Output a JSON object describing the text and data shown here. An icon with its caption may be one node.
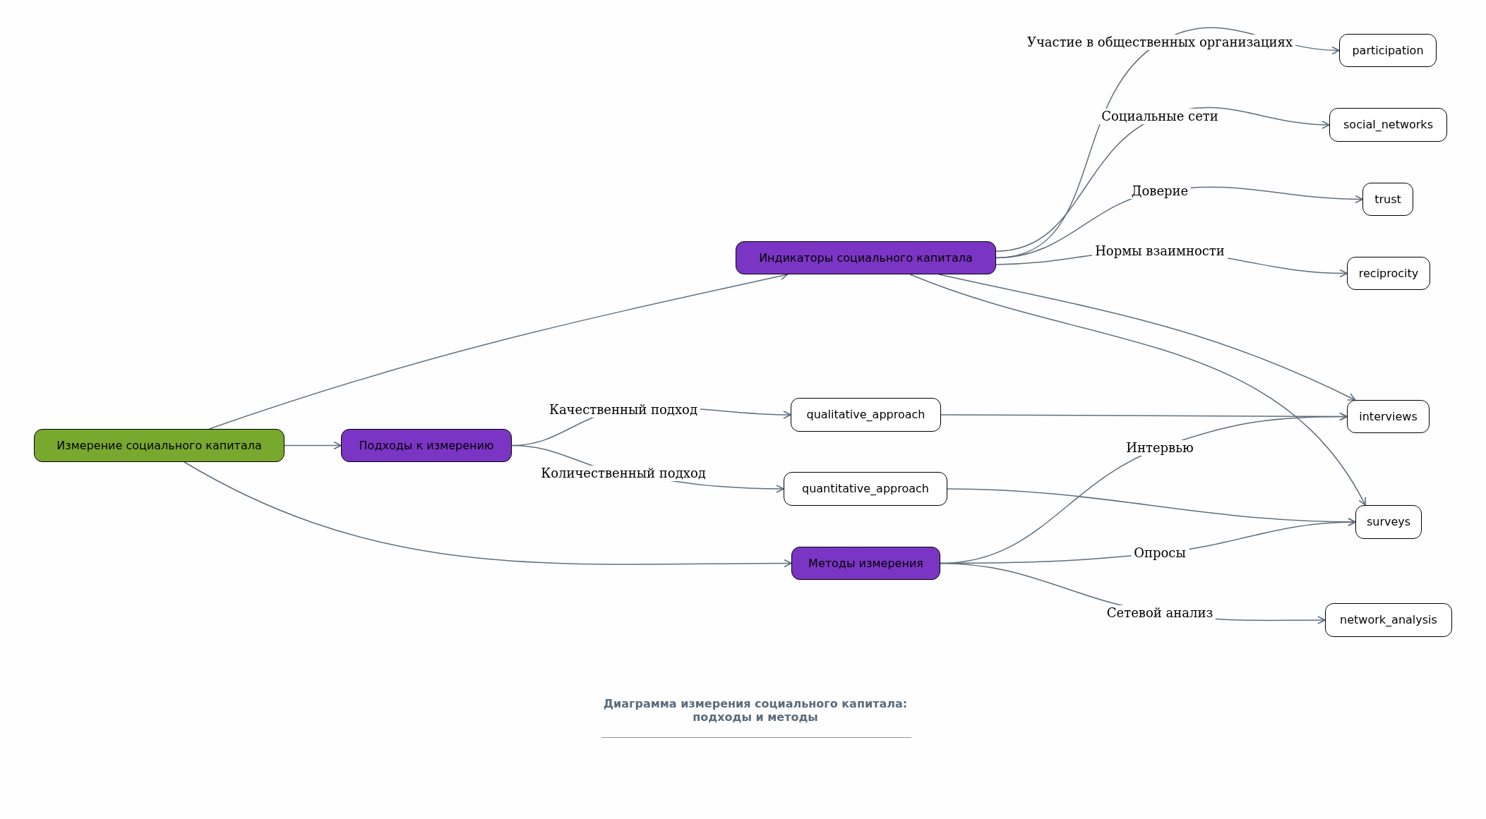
{
  "diagram": {
    "title": "Диаграмма измерения социального капитала: подходы и методы",
    "nodes": [
      {
        "text": [
          "Измерение социального капитала"
        ]
      },
      {
        "text": [
          "Подходы к измерению"
        ]
      },
      {
        "text": [
          "Индикаторы социального капитала"
        ]
      },
      {
        "text": [
          "qualitative_approach"
        ]
      },
      {
        "text": [
          "quantitative_approach"
        ]
      },
      {
        "text": [
          "Методы измерения"
        ]
      },
      {
        "text": [
          "participation"
        ]
      },
      {
        "text": [
          "social_networks"
        ]
      },
      {
        "text": [
          "trust"
        ]
      },
      {
        "text": [
          "reciprocity"
        ]
      },
      {
        "text": [
          "interviews"
        ]
      },
      {
        "text": [
          "surveys"
        ]
      },
      {
        "text": [
          "network_analysis"
        ]
      }
    ],
    "edges": [
      {
        "from": 0,
        "to": 2,
        "arrow": "to"
      },
      {
        "from": 0,
        "to": 1,
        "arrow": "to"
      },
      {
        "from": 0,
        "to": 5,
        "arrow": "to"
      },
      {
        "from": 1,
        "to": 3,
        "arrow": "to",
        "label": "Качественный подход"
      },
      {
        "from": 1,
        "to": 4,
        "arrow": "to",
        "label": "Количественный подход"
      },
      {
        "from": 2,
        "to": 6,
        "arrow": "to",
        "label": "Участие в общественных организациях"
      },
      {
        "from": 2,
        "to": 7,
        "arrow": "to",
        "label": "Социальные сети"
      },
      {
        "from": 2,
        "to": 8,
        "arrow": "to",
        "label": "Доверие"
      },
      {
        "from": 2,
        "to": 9,
        "arrow": "to",
        "label": "Нормы взаимности"
      },
      {
        "from": 2,
        "to": 10,
        "arrow": "to"
      },
      {
        "from": 2,
        "to": 11,
        "arrow": "to"
      },
      {
        "from": 3,
        "to": 10,
        "arrow": "to"
      },
      {
        "from": 4,
        "to": 11,
        "arrow": "to"
      },
      {
        "from": 5,
        "to": 10,
        "arrow": "to",
        "label": "Интервью"
      },
      {
        "from": 5,
        "to": 11,
        "arrow": "to",
        "label": "Опросы"
      },
      {
        "from": 5,
        "to": 12,
        "arrow": "to",
        "label": "Сетевой анализ"
      }
    ]
  }
}
